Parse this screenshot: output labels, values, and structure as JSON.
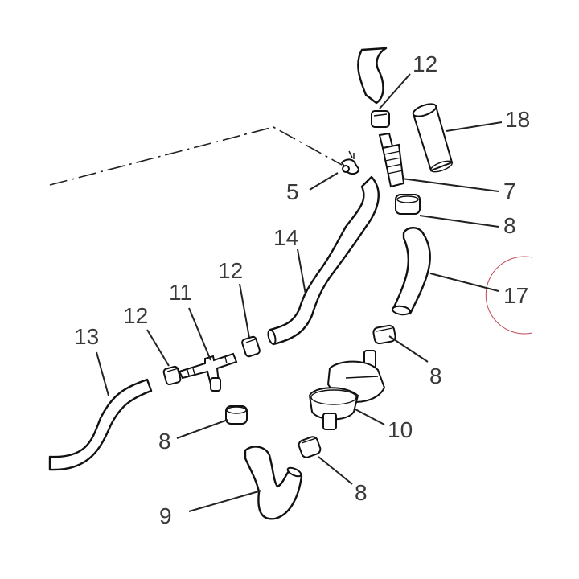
{
  "diagram": {
    "labels": [
      "12",
      "18",
      "7",
      "5",
      "8",
      "14",
      "17",
      "12",
      "11",
      "12",
      "13",
      "8",
      "10",
      "8",
      "8",
      "9"
    ],
    "colors": {
      "line": "#111111",
      "label": "#3a3a3a",
      "highlight_circle": "#c0485a"
    }
  }
}
